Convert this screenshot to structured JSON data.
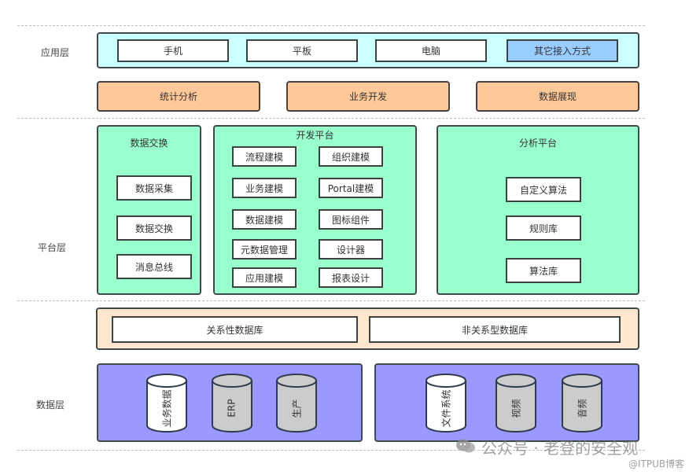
{
  "layers": {
    "application": "应用层",
    "platform": "平台层",
    "data": "数据层"
  },
  "access": {
    "items": [
      "手机",
      "平板",
      "电脑",
      "其它接入方式"
    ]
  },
  "app_services": [
    "统计分析",
    "业务开发",
    "数据展现"
  ],
  "platform": {
    "data_exchange": {
      "title": "数据交换",
      "items": [
        "数据采集",
        "数据交换",
        "消息总线"
      ]
    },
    "dev_platform": {
      "title": "开发平台",
      "left": [
        "流程建模",
        "业务建模",
        "数据建模",
        "元数据管理",
        "应用建模"
      ],
      "right": [
        "组织建模",
        "Portal建模",
        "图标组件",
        "设计器",
        "报表设计"
      ]
    },
    "analysis_platform": {
      "title": "分析平台",
      "items": [
        "自定义算法",
        "规则库",
        "算法库"
      ]
    }
  },
  "databases": [
    "关系性数据库",
    "非关系型数据库"
  ],
  "storage": {
    "left": [
      {
        "label": "业务数据",
        "fill": "white"
      },
      {
        "label": "ERP",
        "fill": "gray"
      },
      {
        "label": "生产",
        "fill": "gray"
      }
    ],
    "right": [
      {
        "label": "文件系统",
        "fill": "white"
      },
      {
        "label": "视频",
        "fill": "gray"
      },
      {
        "label": "音频",
        "fill": "gray"
      }
    ]
  },
  "colors": {
    "access_panel": "#ccffff",
    "access_other": "#99ccff",
    "orange": "#ffc899",
    "green": "#99ffcc",
    "db_panel": "#ffe6cc",
    "storage_panel": "#9999ff",
    "cyl_gray": "#cccccc"
  },
  "watermark": {
    "main": "公众号 · 老登的安全观",
    "sub": "@ITPUB博客"
  }
}
